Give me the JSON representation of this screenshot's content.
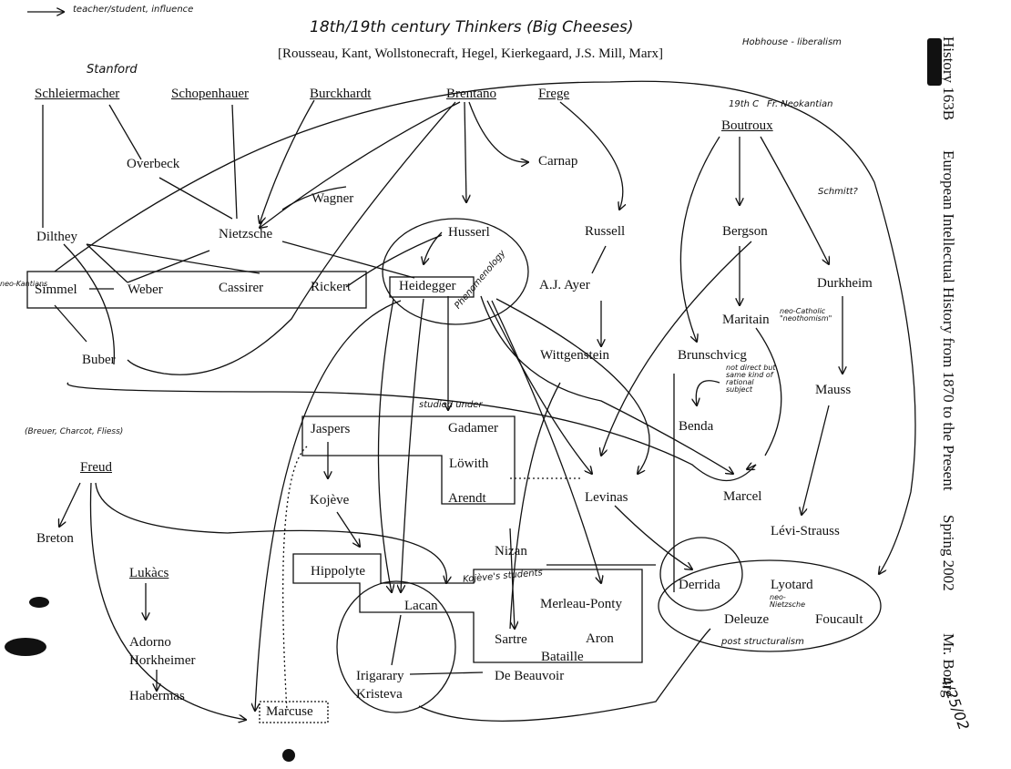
{
  "legend": {
    "text": "teacher/student, influence"
  },
  "header": {
    "handwritten_title": "18th/19th century Thinkers (Big Cheeses)",
    "bracket_list": "[Rousseau, Kant, Wollstonecraft, Hegel, Kierkegaard, J.S. Mill, Marx]",
    "hobhouse_note": "Hobhouse - liberalism"
  },
  "sidebar": {
    "course": "History 163B",
    "title": "European Intellectual History from 1870 to the Present",
    "term": "Spring 2002",
    "instructor": "Mr. Bourg",
    "date": "4/25/02"
  },
  "people": {
    "schleiermacher": "Schleiermacher",
    "schopenhauer": "Schopenhauer",
    "burckhardt": "Burckhardt",
    "brentano": "Brentano",
    "frege": "Frege",
    "boutroux": "Boutroux",
    "overbeck": "Overbeck",
    "carnap": "Carnap",
    "wagner": "Wagner",
    "nietzsche": "Nietzsche",
    "dilthey": "Dilthey",
    "husserl": "Husserl",
    "russell": "Russell",
    "bergson": "Bergson",
    "simmel": "Simmel",
    "weber": "Weber",
    "cassirer": "Cassirer",
    "rickert": "Rickert",
    "heidegger": "Heidegger",
    "ayer": "A.J. Ayer",
    "durkheim": "Durkheim",
    "maritain": "Maritain",
    "buber": "Buber",
    "wittgenstein": "Wittgenstein",
    "brunschvicg": "Brunschvicg",
    "mauss": "Mauss",
    "benda": "Benda",
    "jaspers": "Jaspers",
    "gadamer": "Gadamer",
    "lowith": "Löwith",
    "arendt": "Arendt",
    "kojeve": "Kojève",
    "levinas": "Levinas",
    "marcel": "Marcel",
    "freud": "Freud",
    "breton": "Breton",
    "levistrauss": "Lévi-Strauss",
    "nizan": "Nizan",
    "hippolyte": "Hippolyte",
    "lukacs": "Lukàcs",
    "derrida": "Derrida",
    "lyotard": "Lyotard",
    "lacan": "Lacan",
    "merleauponty": "Merleau-Ponty",
    "deleuze": "Deleuze",
    "foucault": "Foucault",
    "adorno": "Adorno",
    "horkheimer": "Horkheimer",
    "sartre": "Sartre",
    "aron": "Aron",
    "bataille": "Bataille",
    "irigarary": "Irigarary",
    "debeauvoir": "De Beauvoir",
    "kristeva": "Kristeva",
    "habermas": "Habermas",
    "marcuse": "Marcuse"
  },
  "annotations": {
    "stanford": "Stanford",
    "nineteenth_c": "19th C",
    "neokantian": "Fr. Neokantian",
    "schmitt": "Schmitt?",
    "neothomism": "neo-Catholic \"neothomism\"",
    "neokantians_left": "neo-Kantians",
    "phenomenology": "Phenomenology",
    "studied_under": "studied under",
    "not_direct": "not direct but same kind of rational subject",
    "breuer": "(Breuer, Charcot, Fliess)",
    "kojeve_students": "Kojève's students",
    "neo_nietzsche": "neo-Nietzsche",
    "post_structuralism": "post structuralism"
  },
  "icons": {
    "legend_arrow": "right-arrow-icon",
    "ink_blots": "ink-blot-icon"
  }
}
